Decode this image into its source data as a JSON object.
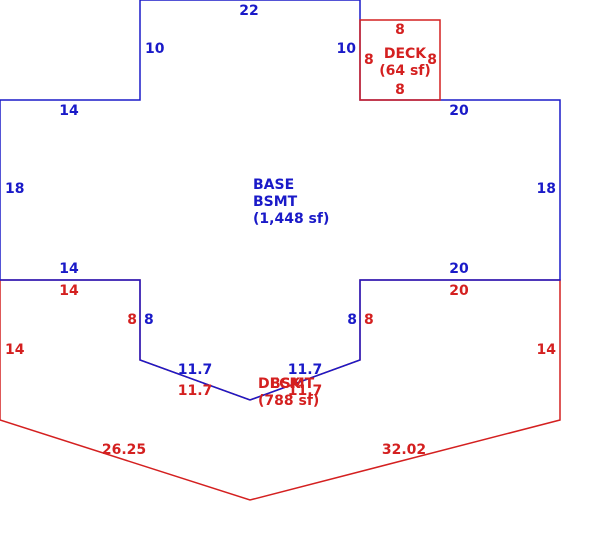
{
  "colors": {
    "base": "#1a1ac8",
    "deck": "#d42020",
    "background": "#ffffff"
  },
  "areas": {
    "base": {
      "line1": "BASE",
      "line2": "BSMT",
      "line3": "(1,448 sf)"
    },
    "deck_small": {
      "line1": "DECK",
      "line2": "(64 sf)"
    },
    "deck_large": {
      "line1": "DECK",
      "overlap": "BSMT",
      "line2": "(788 sf)"
    }
  },
  "dimensions": {
    "base": {
      "top": "22",
      "left_notch": "10",
      "right_notch": "10",
      "upper_left": "14",
      "upper_right": "20",
      "left_side": "18",
      "right_side": "18",
      "lower_left": "14",
      "lower_right": "20",
      "left_drop": "8",
      "right_drop": "8",
      "diag_left": "11.7",
      "diag_right": "11.7"
    },
    "deck_small": {
      "top": "8",
      "left": "8",
      "right": "8",
      "bottom": "8"
    },
    "deck_large": {
      "top_left": "14",
      "top_right": "20",
      "left_drop": "8",
      "right_drop": "8",
      "diag_left": "11.7",
      "diag_right": "11.7",
      "left_side": "14",
      "right_side": "14",
      "bottom_left": "26.25",
      "bottom_right": "32.02"
    }
  }
}
